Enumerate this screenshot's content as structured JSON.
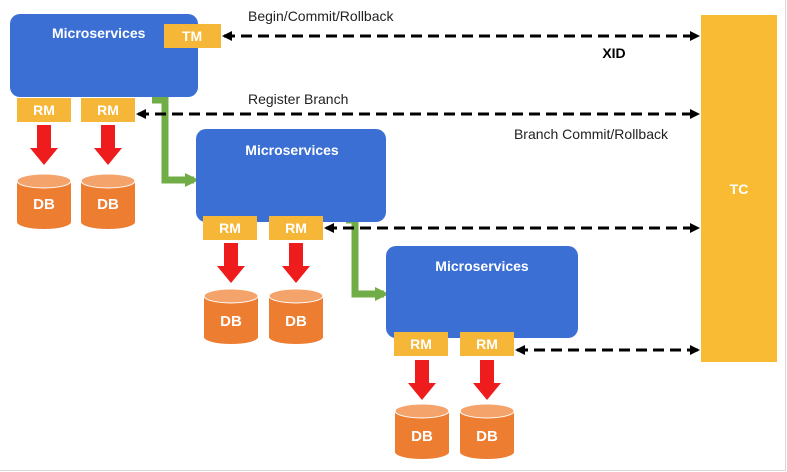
{
  "services": [
    {
      "title": "Microservices",
      "tm_label": "TM",
      "rm_labels": [
        "RM",
        "RM"
      ],
      "db_labels": [
        "DB",
        "DB"
      ]
    },
    {
      "title": "Microservices",
      "rm_labels": [
        "RM",
        "RM"
      ],
      "db_labels": [
        "DB",
        "DB"
      ]
    },
    {
      "title": "Microservices",
      "rm_labels": [
        "RM",
        "RM"
      ],
      "db_labels": [
        "DB",
        "DB"
      ]
    }
  ],
  "tc": {
    "label": "TC"
  },
  "messages": {
    "begin": "Begin/Commit/Rollback",
    "xid": "XID",
    "register": "Register Branch",
    "branch_commit": "Branch Commit/Rollback"
  },
  "colors": {
    "service_fill": "#3b6fd4",
    "service_text": "#ffffff",
    "tag_fill": "#f6b637",
    "tag_text": "#ffffff",
    "db_fill": "#ed7d31",
    "db_top": "#f4a36a",
    "db_text": "#ffffff",
    "red_arrow": "#ee1c1c",
    "green_arrow": "#70ad47",
    "tc_fill": "#f9bb34",
    "dashed": "#000000"
  }
}
